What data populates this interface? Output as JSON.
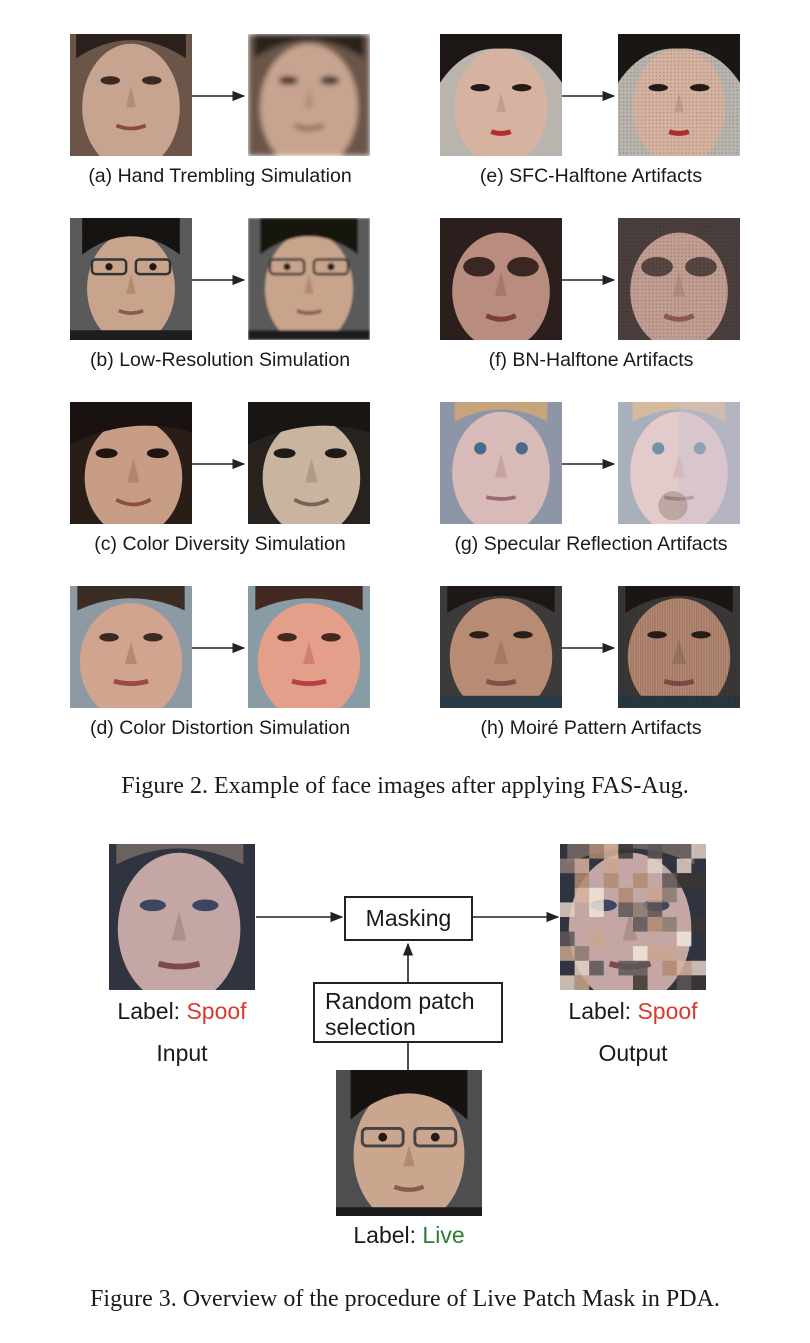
{
  "figure2": {
    "panels": [
      {
        "caption": "(a) Hand Trembling Simulation"
      },
      {
        "caption": "(b) Low-Resolution Simulation"
      },
      {
        "caption": "(c) Color Diversity Simulation"
      },
      {
        "caption": "(d) Color Distortion Simulation"
      },
      {
        "caption": "(e) SFC-Halftone Artifacts"
      },
      {
        "caption": "(f) BN-Halftone Artifacts"
      },
      {
        "caption": "(g) Specular Reflection Artifacts"
      },
      {
        "caption": "(h) Moiré Pattern Artifacts"
      }
    ],
    "caption": "Figure 2. Example of face images after applying FAS-Aug."
  },
  "figure3": {
    "masking_label": "Masking",
    "selection_line1": "Random patch",
    "selection_line2": "selection",
    "input_label_prefix": "Label: ",
    "input_label_value": "Spoof",
    "input_title": "Input",
    "output_label_prefix": "Label: ",
    "output_label_value": "Spoof",
    "output_title": "Output",
    "live_label_prefix": "Label: ",
    "live_label_value": "Live",
    "caption": "Figure 3. Overview of the procedure of Live Patch Mask in PDA.",
    "colors": {
      "spoof": "#d93a2b",
      "live": "#2e7d32"
    }
  }
}
